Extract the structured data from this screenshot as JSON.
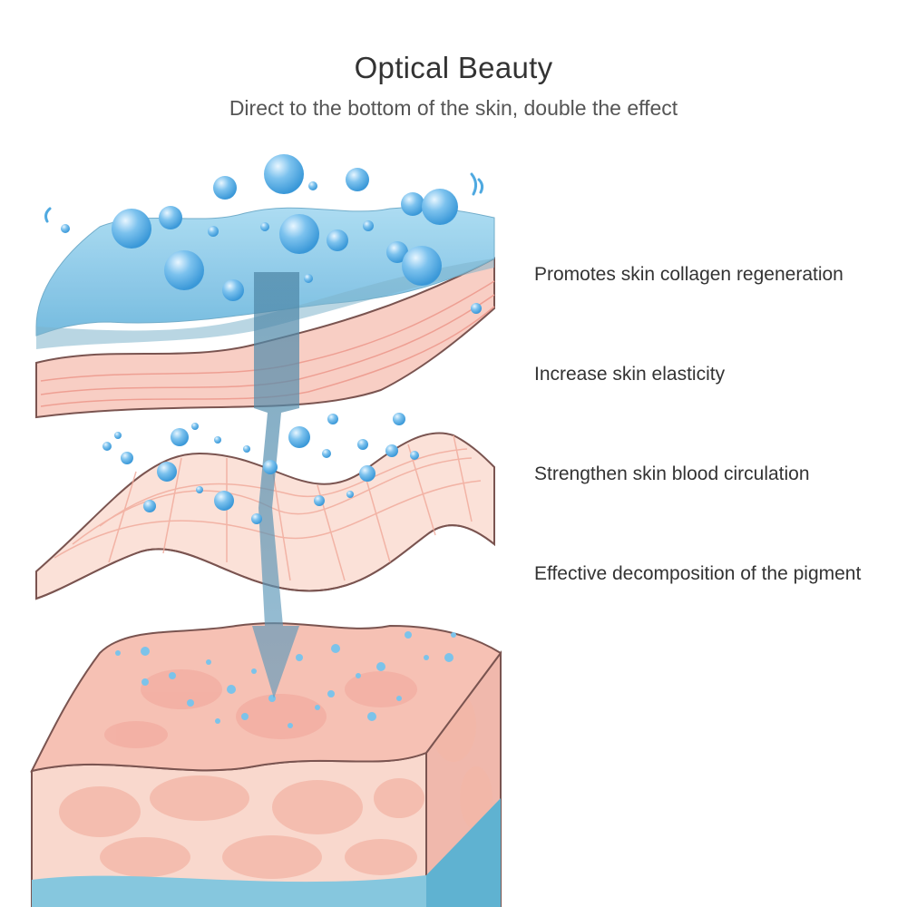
{
  "header": {
    "title": "Optical Beauty",
    "subtitle": "Direct to the bottom of the skin, double the effect"
  },
  "benefits": [
    "Promotes skin collagen regeneration",
    "Increase skin elasticity",
    "Strengthen skin blood circulation",
    "Effective decomposition of the pigment"
  ],
  "colors": {
    "water_blue": "#8ccbea",
    "bubble_blue": "#4fa9e0",
    "skin_pink": "#f6c9c0",
    "skin_light": "#fbe3dc",
    "outline": "#7a5450",
    "arrow": "#5e96b4"
  }
}
